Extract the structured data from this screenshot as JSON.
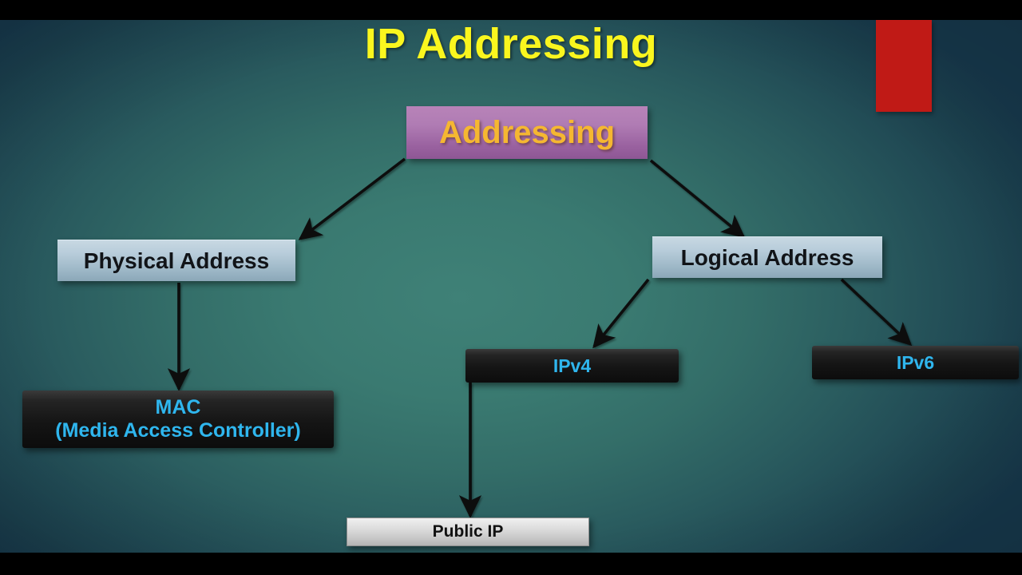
{
  "slide": {
    "title": "IP Addressing",
    "title_color": "#faf61e",
    "background_center_color": "#3f8177",
    "background_edge_color": "#16374a",
    "accent_rect_color": "#c01a16"
  },
  "diagram": {
    "root": {
      "label": "Addressing",
      "text_color": "#f5b731",
      "fill_color": "#a96fab"
    },
    "branches": [
      {
        "label": "Physical Address",
        "text_color": "#111418",
        "fill_color": "#b9cddb"
      },
      {
        "label": "Logical Address",
        "text_color": "#111418",
        "fill_color": "#b9cddb"
      }
    ],
    "leaves": {
      "mac_line1": "MAC",
      "mac_line2": "(Media Access Controller)",
      "mac_text_color": "#2fb6ee",
      "mac_fill_color": "#151515",
      "ipv4": "IPv4",
      "ipv6": "IPv6",
      "ip_text_color": "#2fb6ee",
      "ip_fill_color": "#151515",
      "public_ip": "Public IP",
      "public_ip_text_color": "#111111",
      "public_ip_fill_color": "#dcdcdc"
    },
    "arrow_color": "#0a0a0a",
    "edges": [
      {
        "from": "Addressing",
        "to": "Physical Address"
      },
      {
        "from": "Addressing",
        "to": "Logical Address"
      },
      {
        "from": "Physical Address",
        "to": "MAC"
      },
      {
        "from": "Logical Address",
        "to": "IPv4"
      },
      {
        "from": "Logical Address",
        "to": "IPv6"
      },
      {
        "from": "IPv4",
        "to": "Public IP"
      }
    ]
  }
}
